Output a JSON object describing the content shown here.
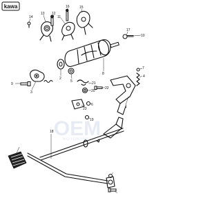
{
  "brand_mark": "kawa",
  "watermark": {
    "main": "OEM",
    "sub": "MOTORPARTS"
  },
  "callouts": {
    "c1": "13",
    "c2": "12",
    "c3": "11",
    "c4": "16",
    "c5": "15",
    "c6": "14",
    "c7": "17",
    "c8": "10",
    "c9": "2",
    "c10": "5",
    "c11": "8",
    "c12": "9",
    "c13": "3",
    "c14": "21",
    "c15": "20",
    "c16": "22",
    "c17": "4",
    "c18": "7",
    "c19": "23",
    "c20": "6",
    "c21": "19",
    "c22": "1",
    "c23": "18"
  },
  "colors": {
    "ink": "#111111",
    "watermark": "#d8e0ee",
    "background": "#ffffff"
  }
}
